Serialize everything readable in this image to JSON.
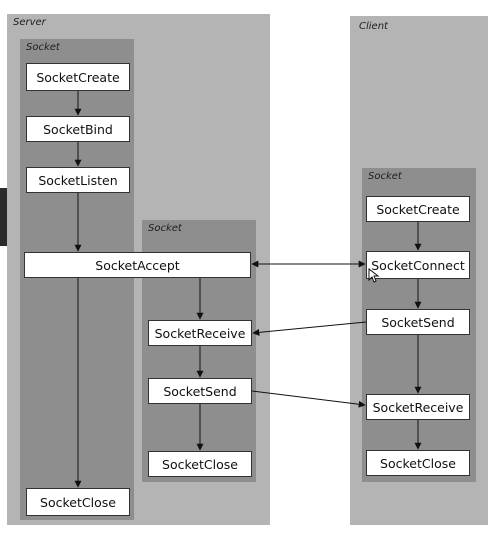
{
  "panels": {
    "server": "Server",
    "client": "Client",
    "server_socket": "Socket",
    "server_inner_socket": "Socket",
    "client_socket": "Socket"
  },
  "nodes": {
    "srv_create": "SocketCreate",
    "srv_bind": "SocketBind",
    "srv_listen": "SocketListen",
    "srv_accept": "SocketAccept",
    "srv_close": "SocketClose",
    "inner_receive": "SocketReceive",
    "inner_send": "SocketSend",
    "inner_close": "SocketClose",
    "cli_create": "SocketCreate",
    "cli_connect": "SocketConnect",
    "cli_send": "SocketSend",
    "cli_receive": "SocketReceive",
    "cli_close": "SocketClose"
  },
  "colors": {
    "outer_panel": "#b4b4b4",
    "inner_panel": "#8e8e8e",
    "box_fill": "#ffffff",
    "arrow": "#111111"
  }
}
